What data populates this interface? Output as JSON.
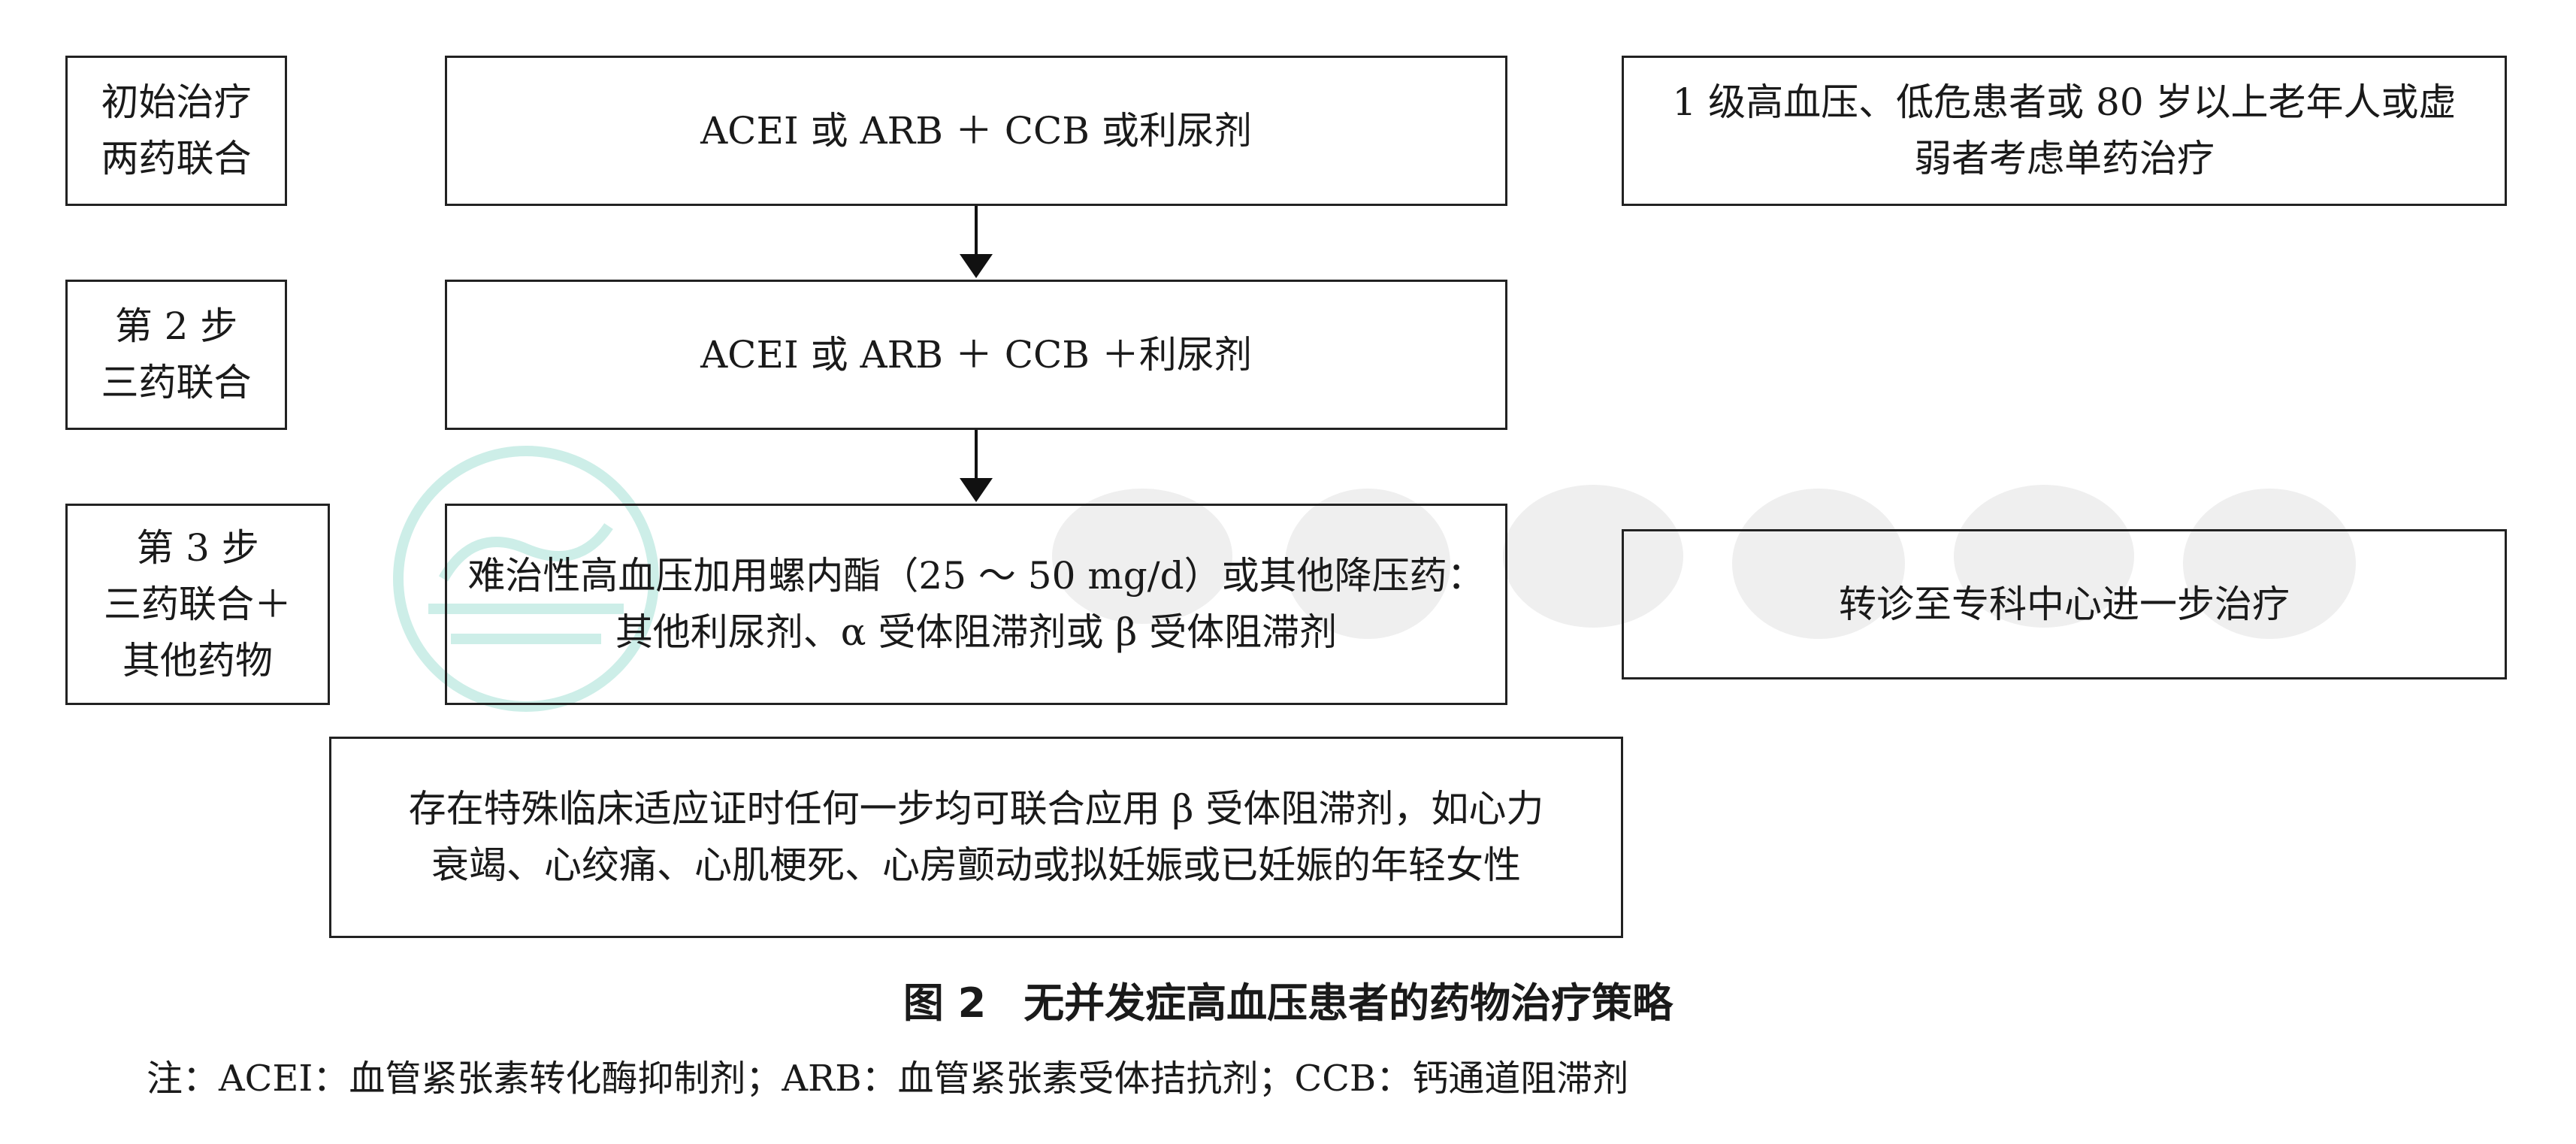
{
  "diagram": {
    "step1_label": "初始治疗\n两药联合",
    "step1_box": "ACEI 或 ARB ＋ CCB 或利尿剂",
    "step1_side": "1 级高血压、低危患者或 80 岁以上老年人或虚\n弱者考虑单药治疗",
    "step2_label": "第 2 步\n三药联合",
    "step2_box": "ACEI 或 ARB ＋ CCB ＋利尿剂",
    "step3_label": "第 3 步\n三药联合＋\n其他药物",
    "step3_box": "难治性高血压加用螺内酯（25 ～ 50 mg/d）或其他降压药：\n其他利尿剂、α 受体阻滞剂或 β 受体阻滞剂",
    "step3_side": "转诊至专科中心进一步治疗",
    "special_note": "存在特殊临床适应证时任何一步均可联合应用 β 受体阻滞剂，如心力\n衰竭、心绞痛、心肌梗死、心房颤动或拟妊娠或已妊娠的年轻女性"
  },
  "caption": {
    "number": "图 2",
    "title": "无并发症高血压患者的药物治疗策略"
  },
  "note": "注：ACEI：血管紧张素转化酶抑制剂；ARB：血管紧张素受体拮抗剂；CCB：钙通道阻滞剂",
  "colors": {
    "border": "#222222",
    "watermark_teal": "#8fd3c8",
    "watermark_gray": "#d9d9d9"
  }
}
